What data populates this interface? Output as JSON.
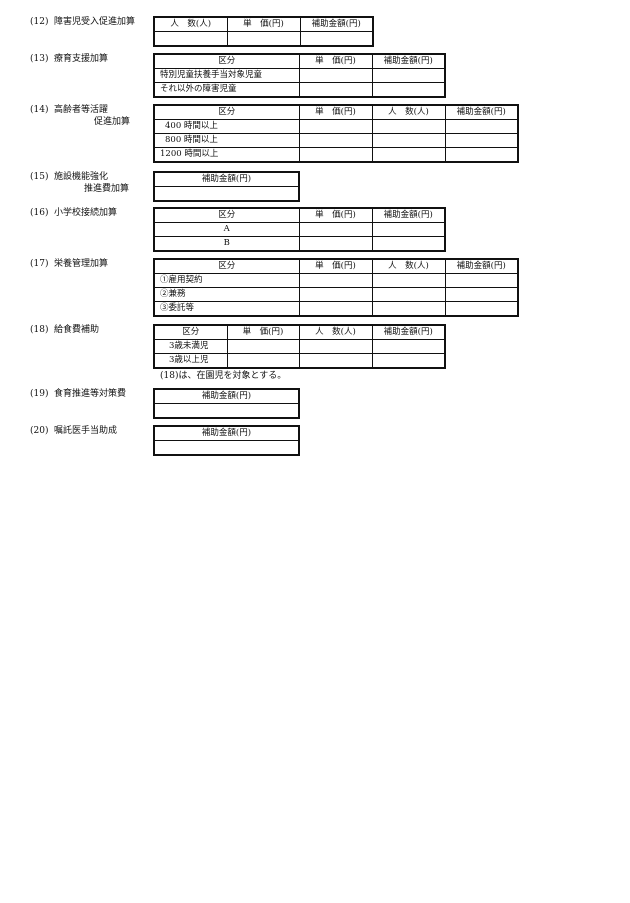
{
  "common": {
    "unit_price": "単　価(円)",
    "subsidy_amount": "補助金額(円)",
    "headcount": "人　数(人)",
    "category": "区分"
  },
  "s12": {
    "number": "(12)",
    "title": "障害児受入促進加算"
  },
  "s13": {
    "number": "(13)",
    "title": "療育支援加算",
    "rows": [
      "特別児童扶養手当対象児童",
      "それ以外の障害児童"
    ]
  },
  "s14": {
    "number": "(14)",
    "title_line1": "高齢者等活躍",
    "title_line2": "促進加算",
    "rows": [
      "400 時間以上",
      "800 時間以上",
      "1200 時間以上"
    ]
  },
  "s15": {
    "number": "(15)",
    "title_line1": "施設機能強化",
    "title_line2": "推進費加算"
  },
  "s16": {
    "number": "(16)",
    "title": "小学校接続加算",
    "rows": [
      "A",
      "B"
    ]
  },
  "s17": {
    "number": "(17)",
    "title": "栄養管理加算",
    "rows": [
      "①雇用契約",
      "②兼務",
      "③委託等"
    ]
  },
  "s18": {
    "number": "(18)",
    "title": "給食費補助",
    "rows": [
      "3歳未満児",
      "3歳以上児"
    ],
    "note": "(18)は、在園児を対象とする。"
  },
  "s19": {
    "number": "(19)",
    "title": "食育推進等対策費"
  },
  "s20": {
    "number": "(20)",
    "title": "嘱託医手当助成"
  }
}
